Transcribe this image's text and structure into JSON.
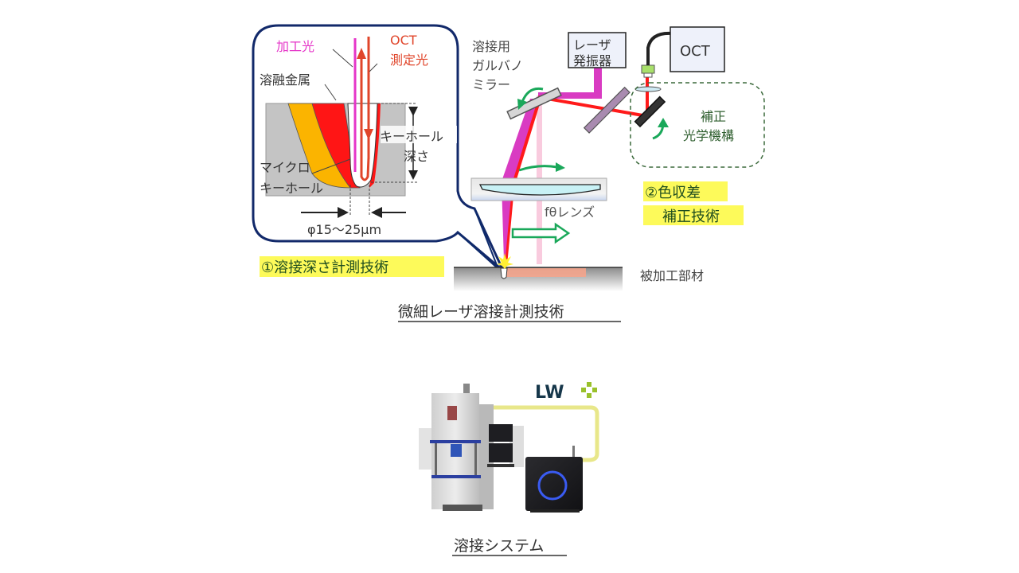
{
  "inset": {
    "processing_light": "加工光",
    "oct_light_line1": "OCT",
    "oct_light_line2": "測定光",
    "molten_metal": "溶融金属",
    "keyhole_depth_line1": "キーホール",
    "keyhole_depth_line2": "深さ",
    "micro_keyhole_line1": "マイクロ",
    "micro_keyhole_line2": "キーホール",
    "diameter": "φ15～25μm"
  },
  "labels": {
    "depth_measurement": "①溶接深さ計測技術",
    "galvano_line1": "溶接用",
    "galvano_line2": "ガルバノ",
    "galvano_line3": "ミラー",
    "laser_line1": "レーザ",
    "laser_line2": "発振器",
    "oct_box": "OCT",
    "correction_line1": "補正",
    "correction_line2": "光学機構",
    "chromatic_line1": "②色収差",
    "chromatic_line2": "補正技術",
    "ftheta_lens": "fθレンズ",
    "workpiece": "被加工部材"
  },
  "captions": {
    "top": "微細レーザ溶接計測技術",
    "bottom": "溶接システム"
  },
  "logo": {
    "text": "LW"
  },
  "colors": {
    "processing": "#e535c8",
    "oct": "#e0452a",
    "beam_red": "#ff1a1a",
    "green_arrow": "#1aa85a",
    "highlight": "#fdfa5a",
    "navy": "#0d2a6b",
    "logo_dark": "#16374a",
    "logo_green": "#9ac12c"
  }
}
